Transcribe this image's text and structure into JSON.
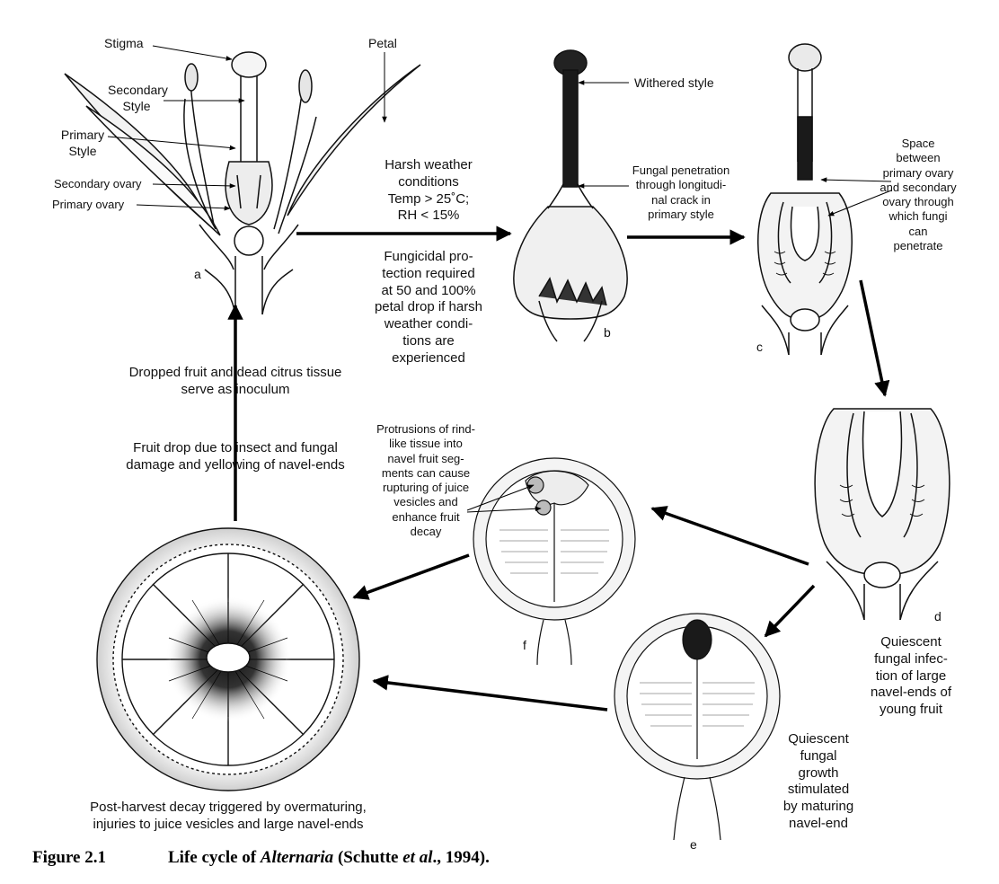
{
  "panels": {
    "a": "a",
    "b": "b",
    "c": "c",
    "d": "d",
    "e": "e",
    "f": "f"
  },
  "labels": {
    "stigma": "Stigma",
    "petal": "Petal",
    "secondary_style": "Secondary\nStyle",
    "primary_style": "Primary\nStyle",
    "secondary_ovary": "Secondary ovary",
    "primary_ovary": "Primary ovary",
    "withered_style": "Withered style",
    "fungal_penetration": "Fungal penetration\nthrough longitudi-\nnal crack in\nprimary style",
    "space_between": "Space\nbetween\nprimary ovary\nand secondary\novary through\nwhich fungi\ncan\npenetrate",
    "harsh_weather": "Harsh weather\nconditions\nTemp > 25˚C;\nRH < 15%",
    "fungicidal": "Fungicidal pro-\ntection required\nat 50 and 100%\npetal drop if harsh\nweather condi-\ntions are\nexperienced",
    "dropped_fruit": "Dropped fruit and dead citrus tissue\nserve as inoculum",
    "fruit_drop": "Fruit drop due to insect and fungal\ndamage and yellowing of navel-ends",
    "protrusions": "Protrusions of rind-\nlike tissue into\nnavel fruit seg-\nments can cause\nrupturing of juice\nvesicles and\nenhance fruit\ndecay",
    "quiescent_infection": "Quiescent\nfungal infec-\ntion of large\nnavel-ends of\nyoung fruit",
    "quiescent_growth": "Quiescent\nfungal\ngrowth\nstimulated\nby maturing\nnavel-end",
    "post_harvest": "Post-harvest decay triggered by overmaturing,\ninjuries to juice vesicles and large navel-ends"
  },
  "caption": {
    "number": "Figure 2.1",
    "prefix": "Life cycle of ",
    "genus": "Alternaria",
    "middle": " (Schutte ",
    "etal": "et al",
    "suffix": "., 1994)."
  }
}
